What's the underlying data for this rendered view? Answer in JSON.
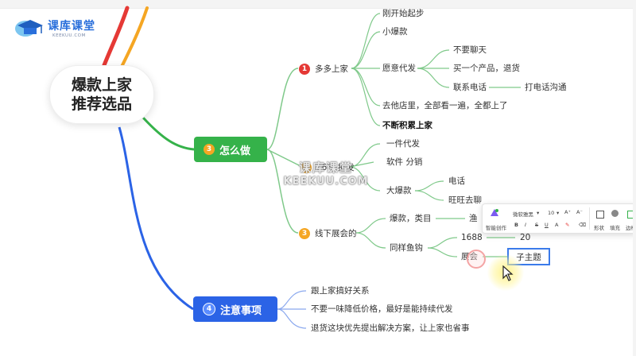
{
  "logo": {
    "title": "课库课堂",
    "subtitle": "KEEKUU.COM"
  },
  "root": {
    "line1": "爆款上家",
    "line2": "推荐选品"
  },
  "topic_how": {
    "num": "3",
    "label": "怎么做"
  },
  "topic_notes": {
    "num": "4",
    "label": "注意事项"
  },
  "branch1": {
    "num": "1",
    "label": "多多上家",
    "items": [
      "刚开始起步",
      "小爆款",
      "愿意代发",
      "去他店里，全部看一遍，全都上了",
      "不断积累上家"
    ],
    "daifa_children": [
      "不要聊天",
      "买一个产品，退货",
      "联系电话"
    ],
    "phone_child": "打电话沟通"
  },
  "branch2": {
    "num": "2",
    "label": "1688批发",
    "items": [
      "一件代发",
      "软件 分销",
      "大爆款"
    ],
    "baokuan_children": [
      "电话",
      "旺旺去聊"
    ]
  },
  "branch3": {
    "num": "3",
    "label": "线下展会的",
    "items": [
      "爆款，类目",
      "同样鱼钩"
    ],
    "first_child": "渔",
    "yugou_children": [
      "1688",
      "展会"
    ],
    "value_1688": "20",
    "editing_value": "子主题"
  },
  "notes": {
    "items": [
      "跟上家搞好关系",
      "不要一味降低价格，最好是能持续代发",
      "退货这块优先提出解决方案，让上家也省事"
    ]
  },
  "watermark": {
    "line1": "课库课堂",
    "line2": "KEEKUU.COM"
  },
  "toolbar": {
    "ai_label": "智能创作",
    "font_name": "微软雅黑",
    "font_size": "10",
    "grow": "A⁺",
    "shrink": "A⁻",
    "bold": "B",
    "italic": "I",
    "strike": "S",
    "underline": "U",
    "color": "A",
    "shape_label": "形状",
    "fill_label": "填充",
    "border_label": "边框"
  },
  "colors": {
    "green": "#35b24a",
    "blue": "#2b63e6",
    "red_line": "#e53935",
    "orange_line": "#f5a623",
    "branch_line": "#7fc98a"
  }
}
